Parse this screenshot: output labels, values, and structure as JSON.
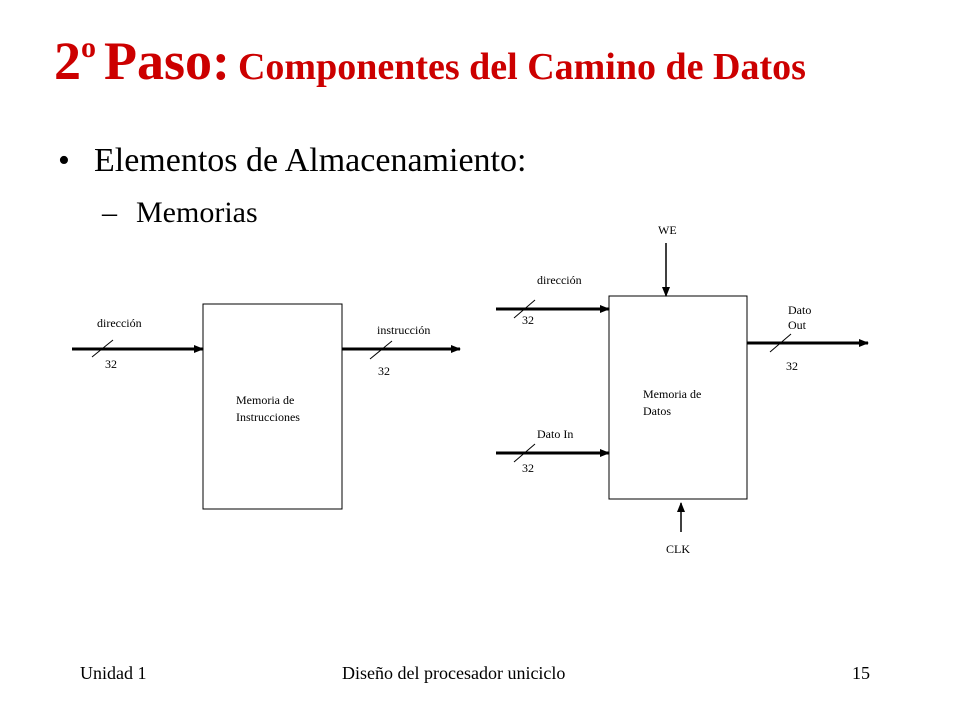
{
  "title": {
    "number": "2",
    "superscript": "o",
    "word": "Paso:",
    "subtitle": "Componentes del Camino de Datos"
  },
  "bullet": {
    "marker": "•",
    "text": "Elementos de Almacenamiento:",
    "sub_marker": "–",
    "sub_text": "Memorias"
  },
  "diagram": {
    "instruction_memory": {
      "block_line1": "Memoria de",
      "block_line2": "Instrucciones",
      "input_label": "dirección",
      "input_width": "32",
      "output_label": "instrucción",
      "output_width": "32"
    },
    "data_memory": {
      "block_line1": "Memoria de",
      "block_line2": "Datos",
      "we_label": "WE",
      "address_label": "dirección",
      "address_width": "32",
      "datain_label": "Dato In",
      "datain_width": "32",
      "dataout_label_line1": "Dato",
      "dataout_label_line2": "Out",
      "dataout_width": "32",
      "clk_label": "CLK"
    }
  },
  "footer": {
    "left": "Unidad 1",
    "center": "Diseño del procesador uniciclo",
    "page": "15"
  },
  "colors": {
    "title": "#cc0000",
    "text": "#000000",
    "background": "#ffffff"
  }
}
